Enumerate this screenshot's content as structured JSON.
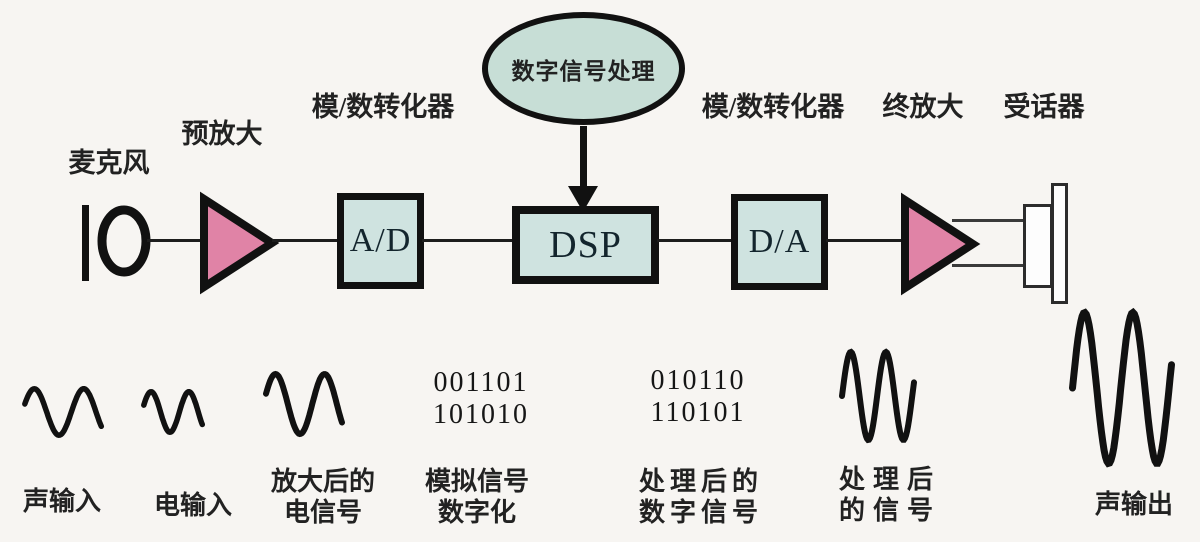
{
  "colors": {
    "background": "#f7f5f2",
    "block_fill": "#cfe3e0",
    "bubble_fill": "#c7ded6",
    "amplifier_fill": "#e083a6",
    "line": "#111111"
  },
  "bubble": {
    "label": "数字信号处理"
  },
  "chain": {
    "mic_label": "麦克风",
    "preamp_label": "预放大",
    "adc_label": "模/数转化器",
    "dac_label": "模/数转化器",
    "final_amp_label": "终放大",
    "receiver_label": "受话器",
    "adc_block": "A/D",
    "dsp_block": "DSP",
    "dac_block": "D/A"
  },
  "bottom": {
    "sound_in": {
      "label": "声输入"
    },
    "electric_in": {
      "label": "电输入"
    },
    "amplified": {
      "line1": "放大后的",
      "line2": "电信号"
    },
    "digitized": {
      "bits1": "001101",
      "bits2": "101010",
      "line1": "模拟信号",
      "line2": "数字化"
    },
    "processed_bits": {
      "bits1": "010110",
      "bits2": "110101",
      "line1": "处理后的",
      "line2": "数字信号"
    },
    "processed_signal": {
      "line1": "处理后",
      "line2": "的信号"
    },
    "sound_out": {
      "label": "声输出"
    }
  }
}
